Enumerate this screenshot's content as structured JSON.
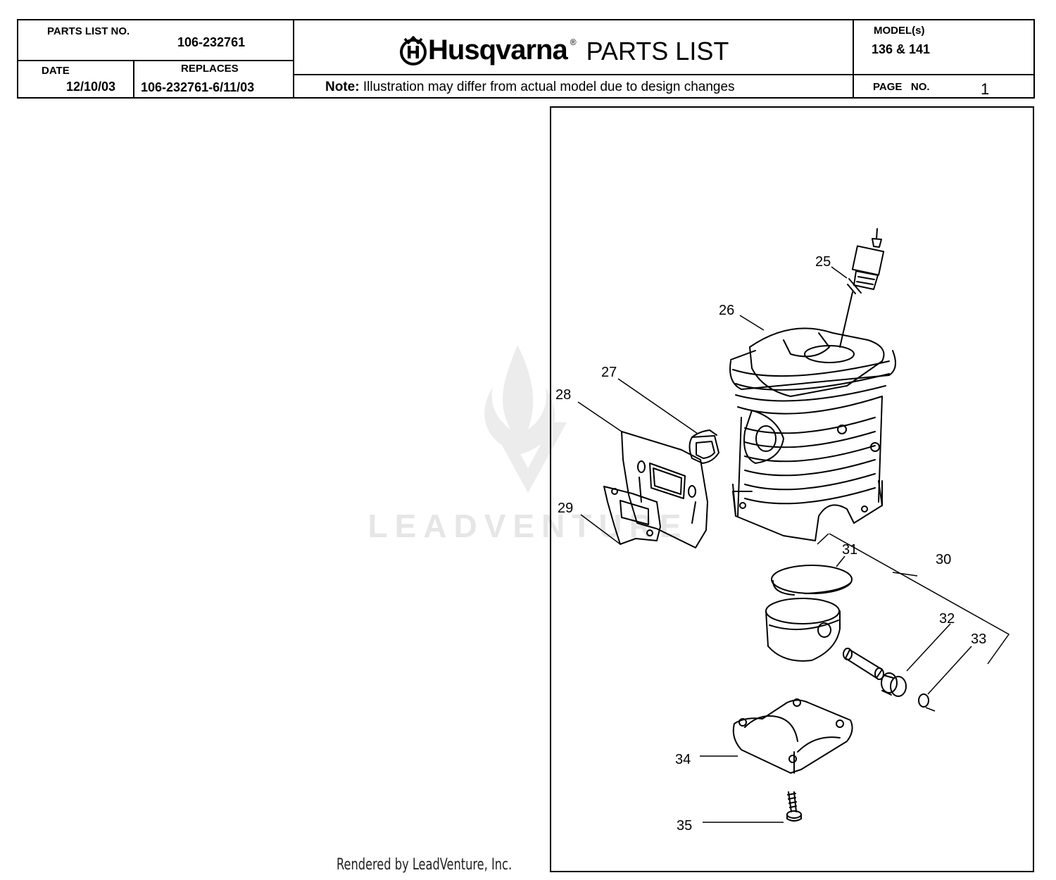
{
  "header": {
    "parts_list_no_label": "PARTS LIST NO.",
    "parts_list_no": "106-232761",
    "date_label": "DATE",
    "date": "12/10/03",
    "replaces_label": "REPLACES",
    "replaces": "106-232761-6/11/03",
    "brand": "Husqvarna",
    "brand_mark": "®",
    "title": "PARTS LIST",
    "note_label": "Note:",
    "note_text": "Illustration may differ from actual model due to design changes",
    "models_label": "MODEL(s)",
    "models": "136 & 141",
    "page_label": "PAGE   NO.",
    "page_no": "1"
  },
  "diagram": {
    "callouts": [
      "25",
      "26",
      "27",
      "28",
      "29",
      "30",
      "31",
      "32",
      "33",
      "34",
      "35"
    ]
  },
  "watermark": {
    "text": "LEADVENTURE"
  },
  "footer": {
    "text": "Rendered by LeadVenture, Inc."
  },
  "colors": {
    "ink": "#000000",
    "watermark": "#e6e6e6"
  }
}
